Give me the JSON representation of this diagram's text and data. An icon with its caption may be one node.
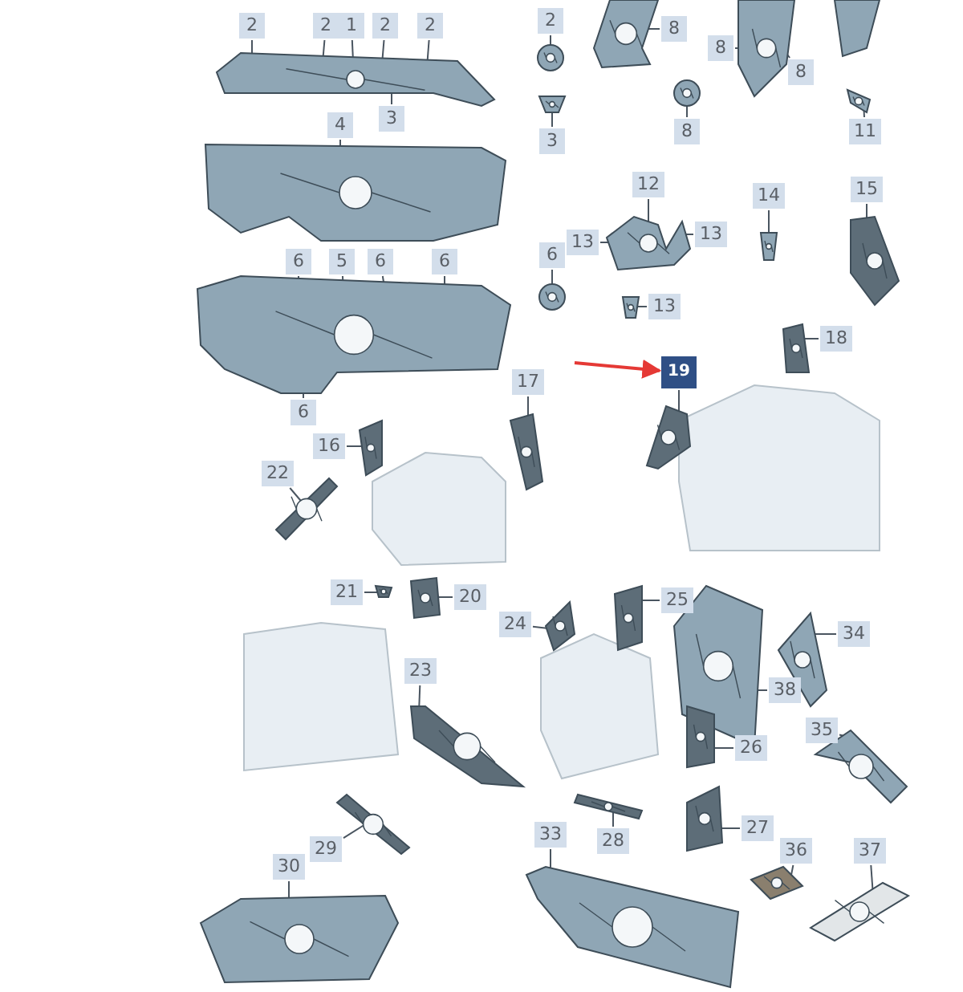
{
  "diagram": {
    "nodes": [
      {
        "text": [
          "2"
        ]
      },
      {
        "text": [
          "2"
        ]
      },
      {
        "text": [
          "1"
        ]
      },
      {
        "text": [
          "2"
        ]
      },
      {
        "text": [
          "2"
        ]
      },
      {
        "text": [
          "3"
        ]
      },
      {
        "text": [
          "4"
        ]
      },
      {
        "text": [
          "6"
        ]
      },
      {
        "text": [
          "5"
        ]
      },
      {
        "text": [
          "6"
        ]
      },
      {
        "text": [
          "6"
        ]
      },
      {
        "text": [
          "6"
        ]
      },
      {
        "text": [
          "2"
        ]
      },
      {
        "text": [
          "8"
        ]
      },
      {
        "text": [
          "3"
        ]
      },
      {
        "text": [
          "8"
        ]
      },
      {
        "text": [
          "8"
        ]
      },
      {
        "text": [
          "8"
        ]
      },
      {
        "text": [
          "11"
        ]
      },
      {
        "text": [
          "12"
        ]
      },
      {
        "text": [
          "13"
        ]
      },
      {
        "text": [
          "13"
        ]
      },
      {
        "text": [
          "6"
        ]
      },
      {
        "text": [
          "13"
        ]
      },
      {
        "text": [
          "14"
        ]
      },
      {
        "text": [
          "15"
        ]
      },
      {
        "text": [
          "18"
        ]
      },
      {
        "text": [
          "19"
        ]
      },
      {
        "text": [
          "17"
        ]
      },
      {
        "text": [
          "16"
        ]
      },
      {
        "text": [
          "22"
        ]
      },
      {
        "text": [
          "21"
        ]
      },
      {
        "text": [
          "20"
        ]
      },
      {
        "text": [
          "24"
        ]
      },
      {
        "text": [
          "25"
        ]
      },
      {
        "text": [
          "34"
        ]
      },
      {
        "text": [
          "38"
        ]
      },
      {
        "text": [
          "26"
        ]
      },
      {
        "text": [
          "35"
        ]
      },
      {
        "text": [
          "23"
        ]
      },
      {
        "text": [
          "29"
        ]
      },
      {
        "text": [
          "27"
        ]
      },
      {
        "text": [
          "28"
        ]
      },
      {
        "text": [
          "33"
        ]
      },
      {
        "text": [
          "30"
        ]
      },
      {
        "text": [
          "36"
        ]
      },
      {
        "text": [
          "37"
        ]
      },
      {
        "text": [],
        "shape": "picture"
      },
      {
        "text": [],
        "shape": "picture"
      },
      {
        "text": [],
        "shape": "picture"
      },
      {
        "text": [],
        "shape": "picture"
      },
      {
        "text": [],
        "shape": "picture"
      },
      {
        "text": [],
        "shape": "picture"
      },
      {
        "text": [],
        "shape": "picture"
      },
      {
        "text": [],
        "shape": "picture"
      },
      {
        "text": [],
        "shape": "picture"
      },
      {
        "text": [],
        "shape": "picture"
      },
      {
        "text": [],
        "shape": "picture"
      },
      {
        "text": [],
        "shape": "picture"
      },
      {
        "text": [],
        "shape": "picture"
      },
      {
        "text": [],
        "shape": "picture"
      },
      {
        "text": [],
        "shape": "picture"
      },
      {
        "text": [],
        "shape": "picture"
      },
      {
        "text": [],
        "shape": "picture"
      },
      {
        "text": [],
        "shape": "picture"
      },
      {
        "text": [],
        "shape": "picture"
      },
      {
        "text": [],
        "shape": "picture"
      },
      {
        "text": [],
        "shape": "picture"
      },
      {
        "text": [],
        "shape": "picture"
      },
      {
        "text": [],
        "shape": "picture"
      },
      {
        "text": [],
        "shape": "picture"
      },
      {
        "text": [],
        "shape": "picture"
      },
      {
        "text": [],
        "shape": "picture"
      },
      {
        "text": [],
        "shape": "picture"
      },
      {
        "text": [],
        "shape": "picture"
      },
      {
        "text": [],
        "shape": "picture"
      },
      {
        "text": [],
        "shape": "picture"
      },
      {
        "text": [],
        "shape": "picture"
      },
      {
        "text": [],
        "shape": "picture"
      },
      {
        "text": [],
        "shape": "picture"
      },
      {
        "text": [],
        "shape": "picture"
      },
      {
        "text": [],
        "shape": "picture"
      }
    ],
    "edges": [
      {
        "from": 0,
        "to": 47,
        "arrow": "none"
      },
      {
        "from": 1,
        "to": 47,
        "arrow": "none"
      },
      {
        "from": 2,
        "to": 47,
        "arrow": "none"
      },
      {
        "from": 3,
        "to": 47,
        "arrow": "none"
      },
      {
        "from": 4,
        "to": 47,
        "arrow": "none"
      },
      {
        "from": 5,
        "to": 47,
        "arrow": "none"
      },
      {
        "from": 6,
        "to": 48,
        "arrow": "none"
      },
      {
        "from": 7,
        "to": 49,
        "arrow": "none"
      },
      {
        "from": 8,
        "to": 49,
        "arrow": "none"
      },
      {
        "from": 9,
        "to": 49,
        "arrow": "none"
      },
      {
        "from": 10,
        "to": 49,
        "arrow": "none"
      },
      {
        "from": 11,
        "to": 49,
        "arrow": "none"
      },
      {
        "from": 12,
        "to": 50,
        "arrow": "none"
      },
      {
        "from": 13,
        "to": 51,
        "arrow": "none"
      },
      {
        "from": 14,
        "to": 52,
        "arrow": "none"
      },
      {
        "from": 15,
        "to": 53,
        "arrow": "none"
      },
      {
        "from": 16,
        "to": 53,
        "arrow": "none"
      },
      {
        "from": 17,
        "to": 54,
        "arrow": "none"
      },
      {
        "from": 18,
        "to": 55,
        "arrow": "none"
      },
      {
        "from": 19,
        "to": 56,
        "arrow": "none"
      },
      {
        "from": 20,
        "to": 56,
        "arrow": "none"
      },
      {
        "from": 21,
        "to": 56,
        "arrow": "none"
      },
      {
        "from": 22,
        "to": 57,
        "arrow": "none"
      },
      {
        "from": 23,
        "to": 58,
        "arrow": "none"
      },
      {
        "from": 24,
        "to": 59,
        "arrow": "none"
      },
      {
        "from": 25,
        "to": 60,
        "arrow": "none"
      },
      {
        "from": 26,
        "to": 61,
        "arrow": "none"
      },
      {
        "from": 27,
        "to": 62,
        "arrow": "none"
      },
      {
        "from": 28,
        "to": 63,
        "arrow": "none"
      },
      {
        "from": 29,
        "to": 64,
        "arrow": "none"
      },
      {
        "from": 30,
        "to": 65,
        "arrow": "none"
      },
      {
        "from": 31,
        "to": 66,
        "arrow": "none"
      },
      {
        "from": 32,
        "to": 67,
        "arrow": "none"
      },
      {
        "from": 33,
        "to": 68,
        "arrow": "none"
      },
      {
        "from": 34,
        "to": 69,
        "arrow": "none"
      },
      {
        "from": 35,
        "to": 70,
        "arrow": "none"
      },
      {
        "from": 36,
        "to": 71,
        "arrow": "none"
      },
      {
        "from": 37,
        "to": 72,
        "arrow": "none"
      },
      {
        "from": 38,
        "to": 73,
        "arrow": "none"
      },
      {
        "from": 39,
        "to": 74,
        "arrow": "none"
      },
      {
        "from": 40,
        "to": 75,
        "arrow": "none"
      },
      {
        "from": 41,
        "to": 76,
        "arrow": "none"
      },
      {
        "from": 42,
        "to": 77,
        "arrow": "none"
      },
      {
        "from": 43,
        "to": 78,
        "arrow": "none"
      },
      {
        "from": 44,
        "to": 79,
        "arrow": "none"
      },
      {
        "from": 45,
        "to": 80,
        "arrow": "none"
      },
      {
        "from": 46,
        "to": 81,
        "arrow": "none"
      },
      {
        "from": null,
        "to": 27,
        "arrow": "to",
        "color": "#e53935"
      }
    ]
  }
}
